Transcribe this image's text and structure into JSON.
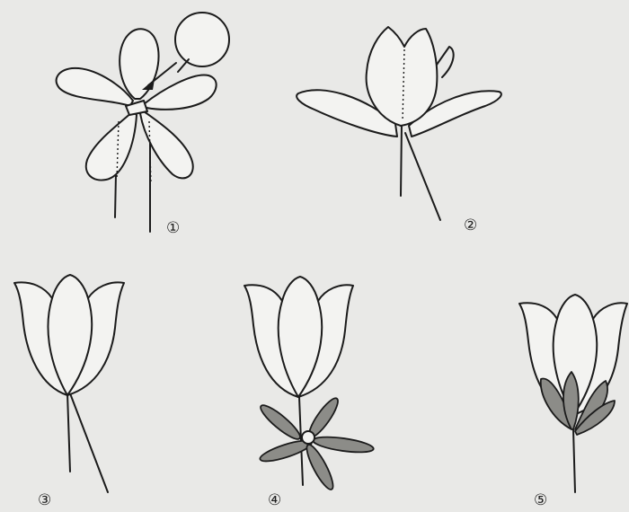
{
  "steps": [
    {
      "label": "①"
    },
    {
      "label": "②"
    },
    {
      "label": "③"
    },
    {
      "label": "④"
    },
    {
      "label": "⑤"
    }
  ],
  "colors": {
    "background": "#e9e9e7",
    "line": "#1b1b1b",
    "petal_fill": "#f3f3f1",
    "leaf_fill": "#8c8c88"
  }
}
